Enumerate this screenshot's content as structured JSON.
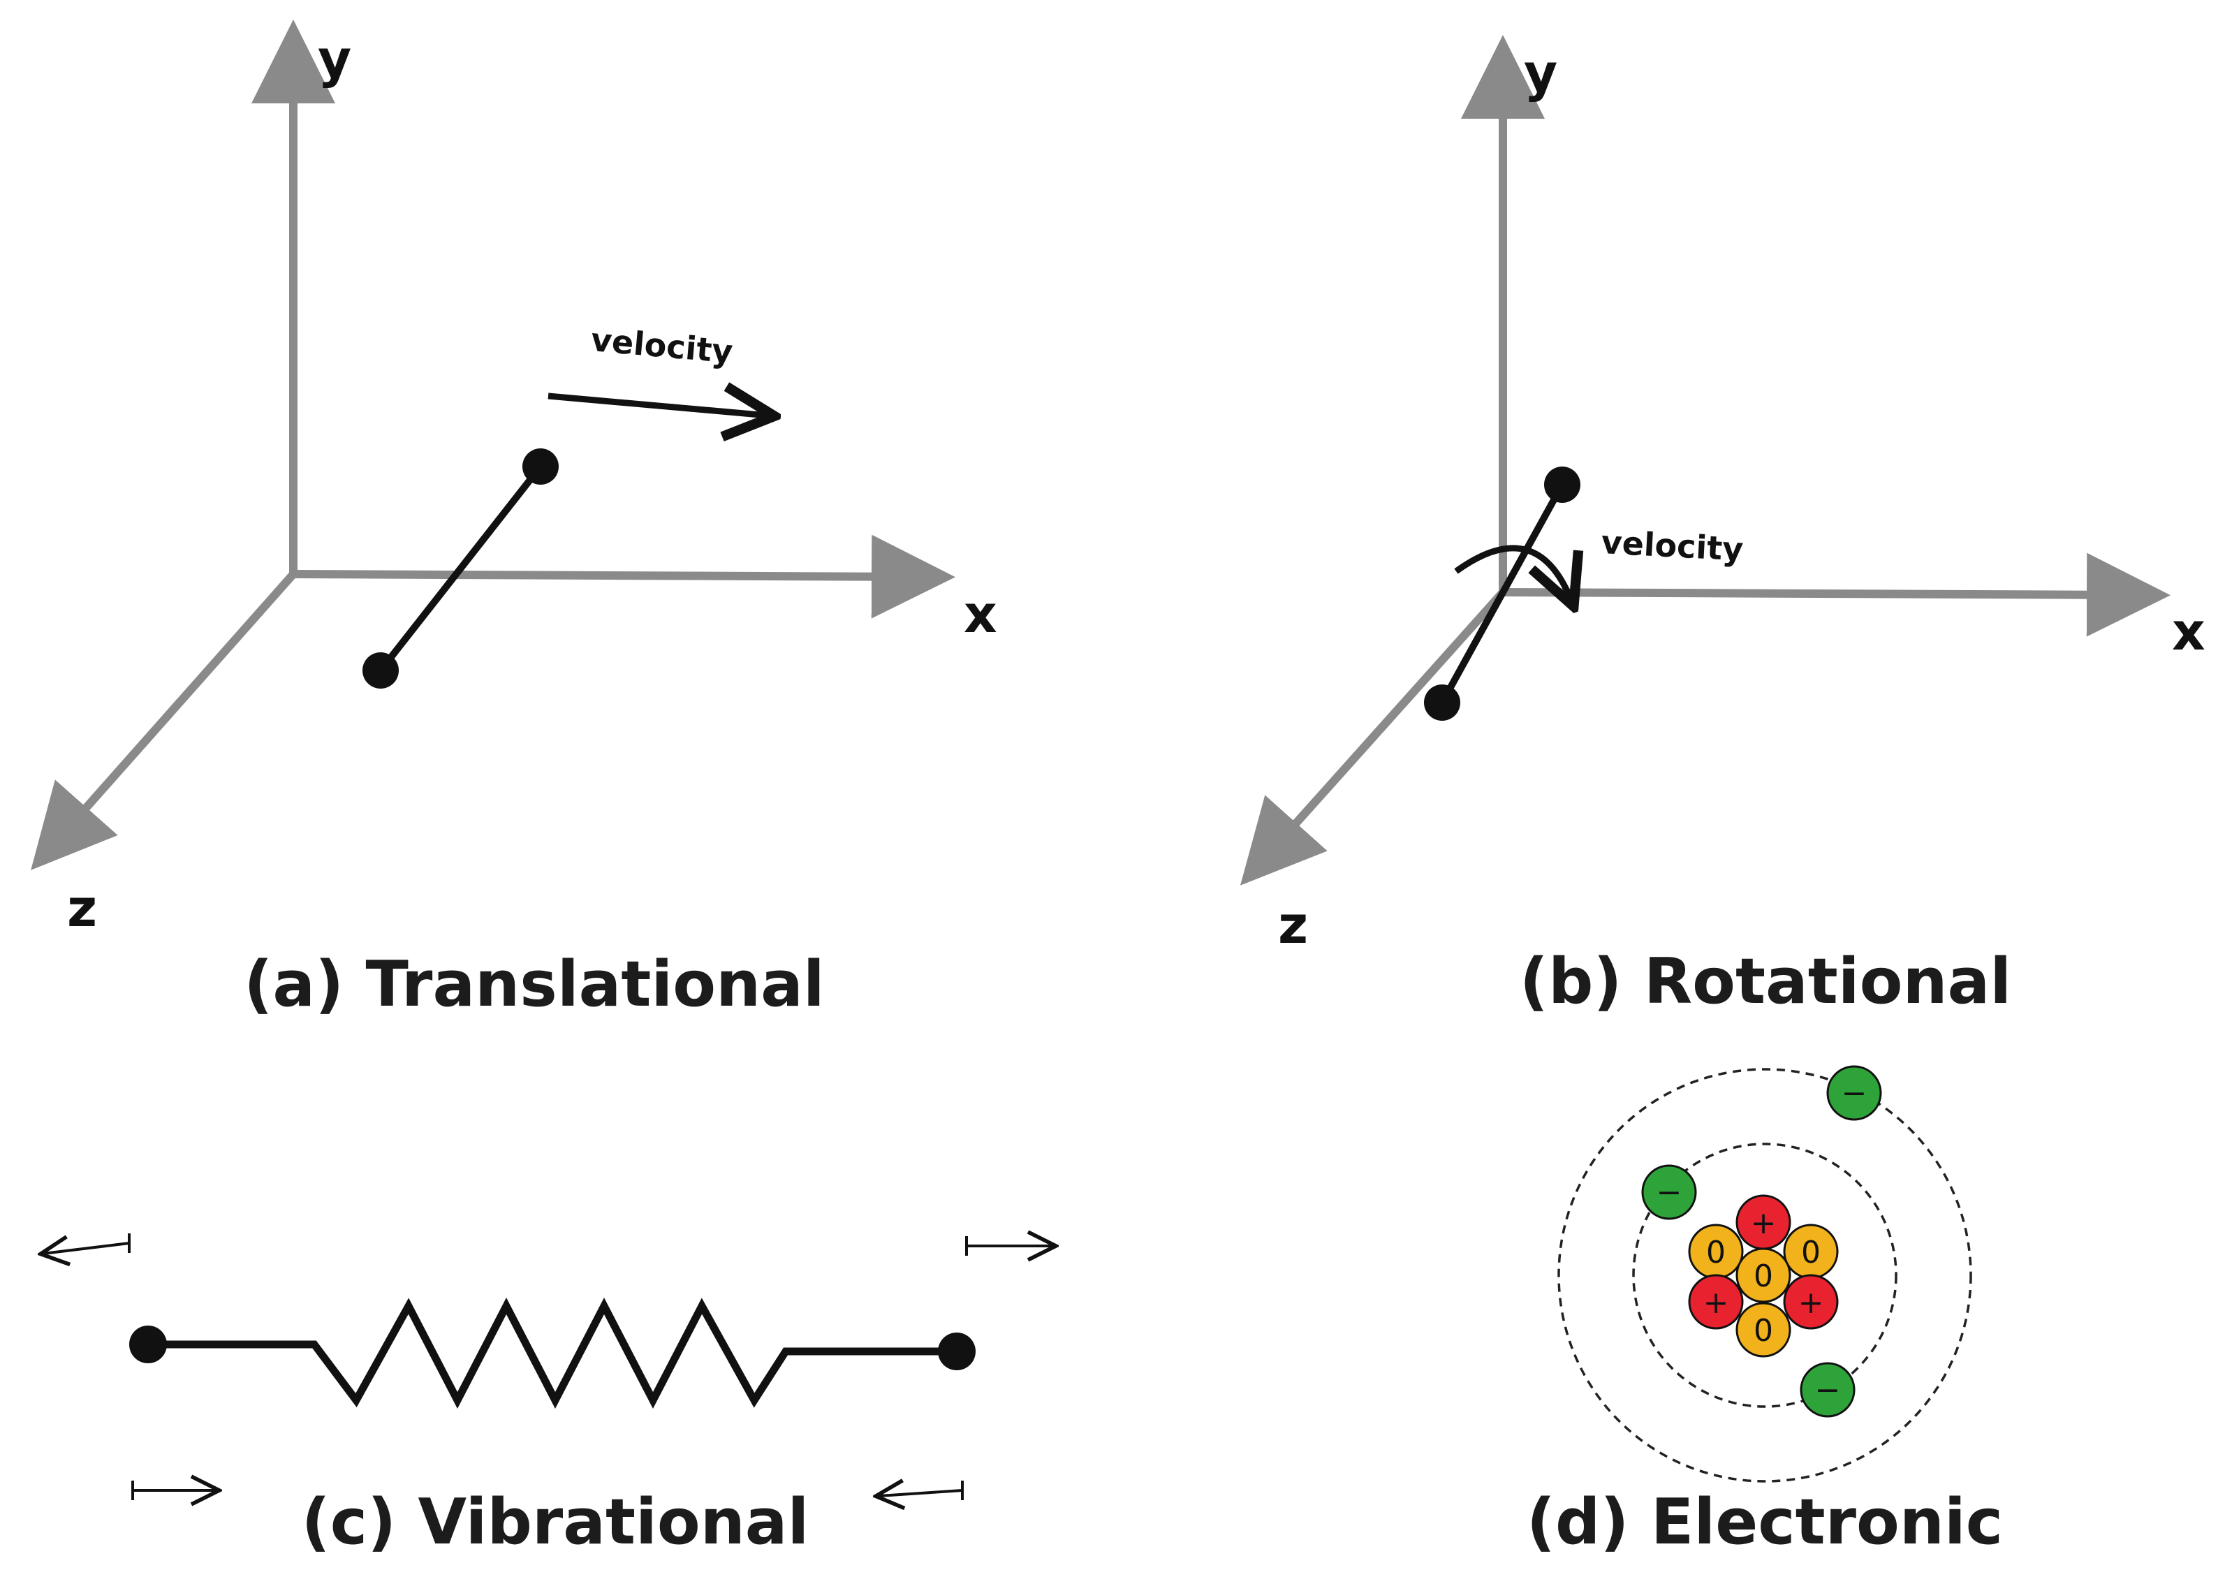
{
  "colors": {
    "axis": "#8a8a8a",
    "molecule": "#111111",
    "proton": "#e8232f",
    "neutron": "#f2b21c",
    "electron": "#2ea33a",
    "orbit": "#222222",
    "caption": "#1c1c1c"
  },
  "panels": {
    "translational": {
      "caption": "(a) Translational",
      "axis_x": "x",
      "axis_y": "y",
      "axis_z": "z",
      "velocity_label": "velocity"
    },
    "rotational": {
      "caption": "(b) Rotational",
      "axis_x": "x",
      "axis_y": "y",
      "axis_z": "z",
      "velocity_label": "velocity"
    },
    "vibrational": {
      "caption": "(c) Vibrational"
    },
    "electronic": {
      "caption": "(d) Electronic",
      "proton_symbol": "+",
      "neutron_symbol": "0",
      "electron_symbol": "−"
    }
  }
}
